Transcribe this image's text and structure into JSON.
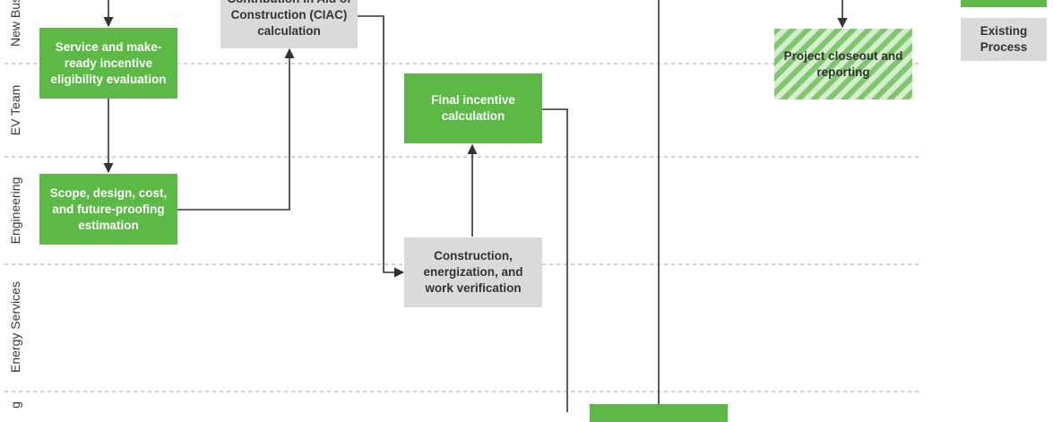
{
  "lanes": [
    "New Bus",
    "EV Team",
    "Engineering",
    "Energy Services",
    "g"
  ],
  "boxes": {
    "eligibility": "Service and make-ready incentive eligibility evaluation",
    "ciac": "Contribution in Aid of Construction (CIAC) calculation",
    "final_incentive": "Final incentive calculation",
    "scope": "Scope, design, cost, and future-proofing estimation",
    "construction": "Construction, energization, and work verification",
    "closeout": "Project closeout and reporting"
  },
  "legend": {
    "existing": "Existing Process"
  },
  "colors": {
    "new_process": "#5cb946",
    "existing_process": "#dadada",
    "connector": "#333333",
    "lane_divider": "#b5b5b5"
  }
}
